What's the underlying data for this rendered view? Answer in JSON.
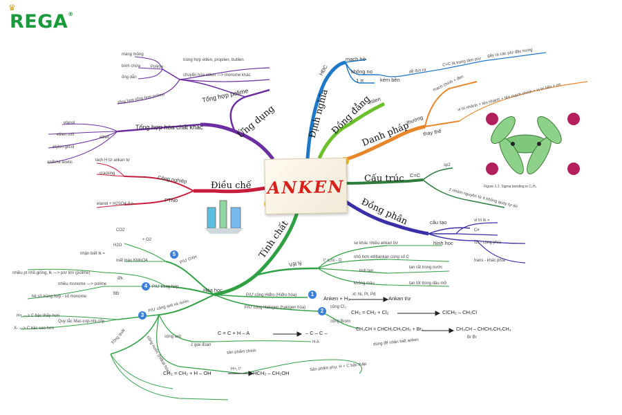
{
  "logo": {
    "text": "REGA",
    "mark": "®"
  },
  "center": {
    "title": "ANKEN"
  },
  "branches": {
    "dinh_nghia": "Định nghĩa",
    "dong_dang": "Đồng đẳng",
    "danh_phap": "Danh pháp",
    "cau_truc": "Cấu trúc",
    "dong_phan": "Đồng phân",
    "tinh_chat": "Tính chất",
    "dieu_che": "Điều chế",
    "ung_dung": "Ứng dụng"
  },
  "definition": {
    "hdc": "HĐC",
    "mach_ho": "mạch hở",
    "khong_no": "không no",
    "one_pi": "1 π",
    "kem_ben": "kém bền",
    "de_dut": "dễ đứt ra",
    "c_c_trung_tam": "C=C là trung tâm p/ư",
    "gay_ra": "gây ra các p/ư đặc trưng"
  },
  "homolog": {
    "etilen": "etilen"
  },
  "naming": {
    "thuong": "thường",
    "thay_the": "thay thế",
    "mach_chinh": "mạch chính + đen",
    "rule": "vị trí nhánh + tên nhánh + tên mạch chính + vị trí liên + en"
  },
  "structure": {
    "cc": "C=C",
    "sp2": "sp2",
    "rule": "2 nhóm nguyên tử ít không quay tự do",
    "fig_caption": "Figure 1.1. Sigma bonding in C₂H₄"
  },
  "isomer": {
    "cau_tao": "cấu tạo",
    "vi_tri": "vị trí lk =",
    "c_khac": "C≠",
    "hinh_hoc": "hình học",
    "cis": "cis - cùng phía",
    "trans": "trans - khác phía"
  },
  "prep": {
    "cong_nghiep": "Công nghiệp",
    "ptn": "PTNo",
    "tach_h2": "tách H từ ankan tư",
    "cracking": "cracking",
    "etanol": "etanol + H2SO4 đ,n"
  },
  "application": {
    "tong_hop_polime": "Tổng hợp polime",
    "tong_hop_khac": "Tổng hợp hóa chất khác",
    "trung_hop": "trùng hợp etilen, propilen, butilen",
    "chuyen_hoa": "chuyển hóa etilen ---> monome khác",
    "polime": "Polime",
    "mang_mong": "màng mỏng",
    "binh_chua": "bình chứa",
    "ong_dan": "ống dẫn",
    "tong_hop_tong": "tổng hợp tổng hợp polime",
    "etilen": "etilen",
    "etanol": "etanol",
    "etilen_oxit": "etilen oxit",
    "etylen_glicol": "etylen glicol",
    "andehit": "anđehit axetic"
  },
  "properties": {
    "vat_ly": "Vật lý",
    "hoa_hoc": "Hóa học",
    "state": "t° s,nc - D",
    "ss_ankan": "so khác nhiều ankan t/ư",
    "nho_hon": "nhỏ hơn etilbankan cùng số C",
    "tinh_tan": "tính tan",
    "khong_mau": "không màu",
    "tan_nuoc": "tan rất trong nước",
    "tan_dung_moi": "tan tốt trong dầu mỡ",
    "pu_cong_h": "P/Ư cộng Hiđro (Hiđro hóa)",
    "pu_cong_hal": "P/Ư cộng Halogen (halogen hóa)",
    "pu_oxh": "P/Ư OXH",
    "pu_trung_hop": "P/Ư trùng hợp",
    "pu_cong_axit": "P/Ư cộng axit và nước",
    "anken_h2": "Anken + H₂",
    "catalyst": "xt: Ni, Pt, Pd",
    "ankan_tu": "Ankan t/ư",
    "cong_cl2": "cộng Cl₂",
    "cong_brom": "cộng Brom",
    "eq_cl": "CH₂ = CH₂  +  Cl₂",
    "prod_cl": "ClCH₂ – CH₂Cl",
    "eq_br": "CH₃CH = CHCH₂CH₂CH₃  +  Br₂",
    "prod_br": "CH₃CH – CHCH₂CH₂CH₃",
    "br_labels": "Br     Br",
    "dung_de": "dùng để nhận biết anken",
    "co2": "CO2",
    "h2o": "H2O",
    "o2": "+ O2",
    "nhan_biet": "nhận biết lk =",
    "mat_mau": "mất màu KMnO4",
    "nhieu_pt": "nhiều pt nhỏ giống, lk ---> p/ư lớn (polime)",
    "dk": "đ/k",
    "nhieu_monome": "nhiều monome ---> polime",
    "hs": "hệ số trùng hợp - số monome",
    "qt_maccop": "Quy tắc Mac-cop-nhi-cốp",
    "h_c_bac_thap": "H+ ---> C bậc thấp hơn",
    "x_c_bac_cao": "X- ---> C bậc cao hơn",
    "tong_quat": "Tổng quát",
    "cong_axit": "cộng axit",
    "cong_nuoc": "cộng nước (hiđrat hóa)",
    "eq_hx": "C = C   +   H – A",
    "prod_hx": "– C – C –",
    "ha_labels": "H    A",
    "sp_chinh": "sản phẩm chính",
    "eq_h2o": "CH₂ = CH₂   +   H – OH",
    "h_plus": "H+, t°",
    "prod_h2o": "HCH₂ – CH₂OH",
    "2_giai_doan": "2 giai đoạn",
    "quy_tac_sp": "Sản phẩm phụ: H + C bậc thấp"
  },
  "colors": {
    "definition": "#1e78c8",
    "homolog": "#6cc02c",
    "naming": "#e9862a",
    "structure": "#2e7b3c",
    "isomer": "#3a2fa8",
    "properties": "#2fa043",
    "prep": "#c71d3a",
    "application": "#6b2da0",
    "title": "#d6201a"
  }
}
